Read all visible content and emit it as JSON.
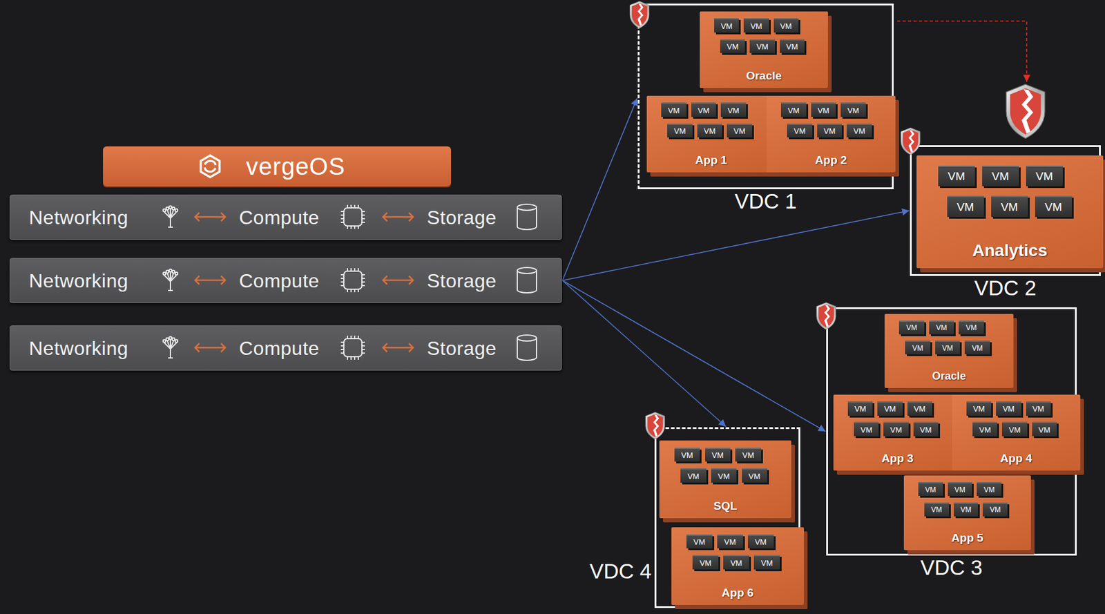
{
  "diagram": {
    "nodes": [
      {
        "text": [
          "vergeOS"
        ]
      },
      {
        "text": [
          "Networking",
          "Compute",
          "Storage"
        ]
      },
      {
        "text": [
          "Networking",
          "Compute",
          "Storage"
        ]
      },
      {
        "text": [
          "Networking",
          "Compute",
          "Storage"
        ]
      },
      {
        "text": [
          "VDC 1"
        ]
      },
      {
        "text": [
          "Oracle"
        ],
        "in": 4
      },
      {
        "text": [
          "VM"
        ],
        "in": 5
      },
      {
        "text": [
          "VM"
        ],
        "in": 5
      },
      {
        "text": [
          "VM"
        ],
        "in": 5
      },
      {
        "text": [
          "VM"
        ],
        "in": 5
      },
      {
        "text": [
          "VM"
        ],
        "in": 5
      },
      {
        "text": [
          "VM"
        ],
        "in": 5
      },
      {
        "text": [
          "App 1"
        ],
        "in": 4
      },
      {
        "text": [
          "VM"
        ],
        "in": 12
      },
      {
        "text": [
          "VM"
        ],
        "in": 12
      },
      {
        "text": [
          "VM"
        ],
        "in": 12
      },
      {
        "text": [
          "VM"
        ],
        "in": 12
      },
      {
        "text": [
          "VM"
        ],
        "in": 12
      },
      {
        "text": [
          "VM"
        ],
        "in": 12
      },
      {
        "text": [
          "App 2"
        ],
        "in": 4
      },
      {
        "text": [
          "VM"
        ],
        "in": 19
      },
      {
        "text": [
          "VM"
        ],
        "in": 19
      },
      {
        "text": [
          "VM"
        ],
        "in": 19
      },
      {
        "text": [
          "VM"
        ],
        "in": 19
      },
      {
        "text": [
          "VM"
        ],
        "in": 19
      },
      {
        "text": [
          "VM"
        ],
        "in": 19
      },
      {
        "text": [
          "VDC 2"
        ]
      },
      {
        "text": [
          "Analytics"
        ],
        "in": 26
      },
      {
        "text": [
          "VM"
        ],
        "in": 27
      },
      {
        "text": [
          "VM"
        ],
        "in": 27
      },
      {
        "text": [
          "VM"
        ],
        "in": 27
      },
      {
        "text": [
          "VM"
        ],
        "in": 27
      },
      {
        "text": [
          "VM"
        ],
        "in": 27
      },
      {
        "text": [
          "VM"
        ],
        "in": 27
      },
      {
        "text": [
          "VDC 3"
        ]
      },
      {
        "text": [
          "Oracle"
        ],
        "in": 34
      },
      {
        "text": [
          "VM"
        ],
        "in": 35
      },
      {
        "text": [
          "VM"
        ],
        "in": 35
      },
      {
        "text": [
          "VM"
        ],
        "in": 35
      },
      {
        "text": [
          "VM"
        ],
        "in": 35
      },
      {
        "text": [
          "VM"
        ],
        "in": 35
      },
      {
        "text": [
          "VM"
        ],
        "in": 35
      },
      {
        "text": [
          "App 3"
        ],
        "in": 34
      },
      {
        "text": [
          "VM"
        ],
        "in": 42
      },
      {
        "text": [
          "VM"
        ],
        "in": 42
      },
      {
        "text": [
          "VM"
        ],
        "in": 42
      },
      {
        "text": [
          "VM"
        ],
        "in": 42
      },
      {
        "text": [
          "VM"
        ],
        "in": 42
      },
      {
        "text": [
          "VM"
        ],
        "in": 42
      },
      {
        "text": [
          "App 4"
        ],
        "in": 34
      },
      {
        "text": [
          "VM"
        ],
        "in": 49
      },
      {
        "text": [
          "VM"
        ],
        "in": 49
      },
      {
        "text": [
          "VM"
        ],
        "in": 49
      },
      {
        "text": [
          "VM"
        ],
        "in": 49
      },
      {
        "text": [
          "VM"
        ],
        "in": 49
      },
      {
        "text": [
          "VM"
        ],
        "in": 49
      },
      {
        "text": [
          "App 5"
        ],
        "in": 34
      },
      {
        "text": [
          "VM"
        ],
        "in": 56
      },
      {
        "text": [
          "VM"
        ],
        "in": 56
      },
      {
        "text": [
          "VM"
        ],
        "in": 56
      },
      {
        "text": [
          "VM"
        ],
        "in": 56
      },
      {
        "text": [
          "VM"
        ],
        "in": 56
      },
      {
        "text": [
          "VM"
        ],
        "in": 56
      },
      {
        "text": [
          "VDC 4"
        ]
      },
      {
        "text": [
          "SQL"
        ],
        "in": 63
      },
      {
        "text": [
          "VM"
        ],
        "in": 64
      },
      {
        "text": [
          "VM"
        ],
        "in": 64
      },
      {
        "text": [
          "VM"
        ],
        "in": 64
      },
      {
        "text": [
          "VM"
        ],
        "in": 64
      },
      {
        "text": [
          "VM"
        ],
        "in": 64
      },
      {
        "text": [
          "VM"
        ],
        "in": 64
      },
      {
        "text": [
          "App 6"
        ],
        "in": 63
      },
      {
        "text": [
          "VM"
        ],
        "in": 71
      },
      {
        "text": [
          "VM"
        ],
        "in": 71
      },
      {
        "text": [
          "VM"
        ],
        "in": 71
      },
      {
        "text": [
          "VM"
        ],
        "in": 71
      },
      {
        "text": [
          "VM"
        ],
        "in": 71
      },
      {
        "text": [
          "VM"
        ],
        "in": 71
      }
    ],
    "edges": [
      {
        "from": 2,
        "to": 4,
        "arrow": "to"
      },
      {
        "from": 2,
        "to": 26,
        "arrow": "to"
      },
      {
        "from": 2,
        "to": 63,
        "arrow": "to"
      },
      {
        "from": 2,
        "to": 34,
        "arrow": "to"
      }
    ]
  }
}
